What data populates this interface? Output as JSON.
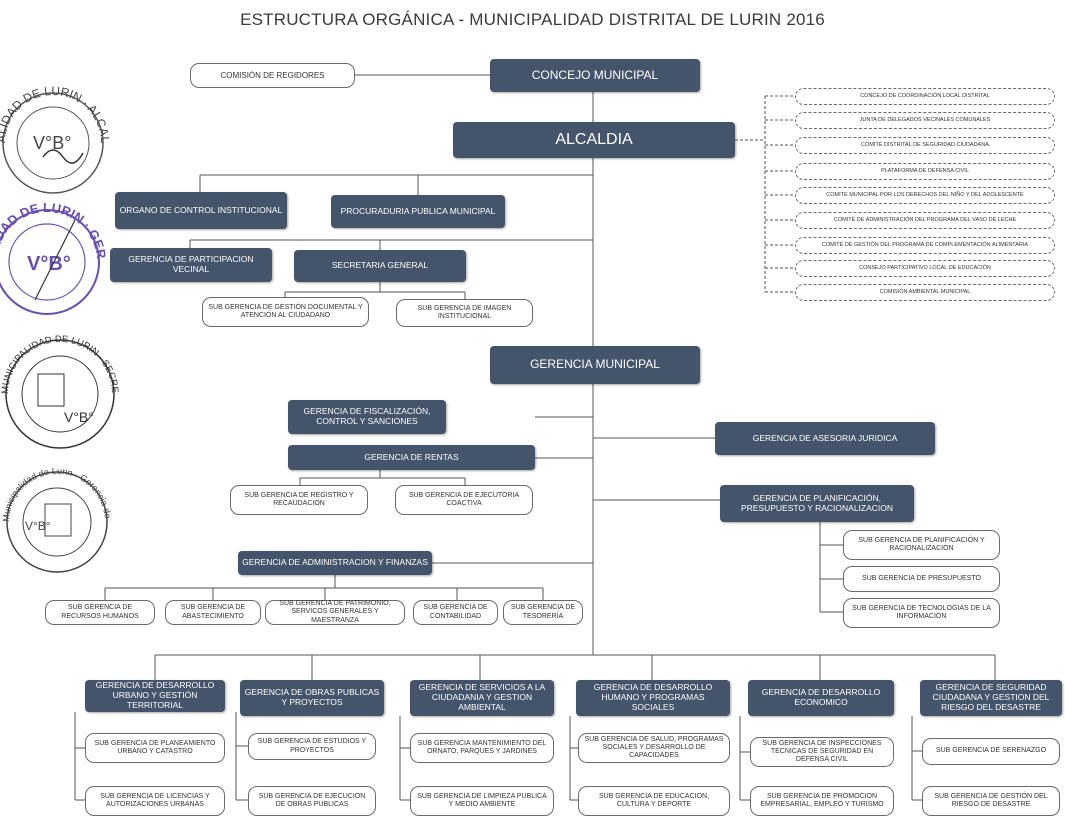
{
  "title": "ESTRUCTURA ORGÁNICA - MUNICIPALIDAD DISTRITAL DE LURIN 2016",
  "top": {
    "comision_regidores": "COMISIÓN DE REGIDORES",
    "concejo": "CONCEJO MUNICIPAL",
    "alcaldia": "ALCALDIA"
  },
  "consultivos": [
    "CONCEJO DE COORDINACIÓN LOCAL DISTRITAL",
    "JUNTA DE DELEGADOS VECINALES COMUNALES",
    "COMITÉ DISTRITAL DE SEGURIDAD CIUDADANA",
    "PLATAFORMA DE DEFENSA CIVIL",
    "COMITÉ MUNICIPAL POR LOS DERECHOS DEL NIÑO Y DEL ADOLESCENTE",
    "COMITÉ DE ADMINISTRACIÓN DEL PROGRAMA DEL VASO DE LECHE",
    "COMITÉ DE GESTIÓN DEL PROGRAMA DE COMPLEMENTACIÓN ALIMENTARIA",
    "CONSEJO PARTICIPATIVO LOCAL DE EDUCACIÓN",
    "COMISIÓN AMBIENTAL MUNICIPAL"
  ],
  "alta_direccion": {
    "oci": "ORGANO DE CONTROL INSTITUCIONAL",
    "procuraduria": "PROCURADURIA PUBLICA MUNICIPAL",
    "participacion": "GERENCIA DE PARTICIPACION VECINAL",
    "secretaria": "SECRETARIA GENERAL",
    "sub_gestion_documental": "SUB GERENCIA DE GESTIÓN DOCUMENTAL Y ATENCIÓN AL CIUDADANO",
    "sub_imagen": "SUB GERENCIA DE IMAGEN INSTITUCIONAL"
  },
  "gerencia_municipal": "GERENCIA MUNICIPAL",
  "apoyo": {
    "fiscalizacion": "GERENCIA DE FISCALIZACIÓN, CONTROL Y SANCIONES",
    "rentas": "GERENCIA DE RENTAS",
    "sub_registro": "SUB GERENCIA DE REGISTRO Y RECAUDACION",
    "sub_ejecutoria": "SUB GERENCIA DE EJECUTORIA COACTIVA",
    "asesoria": "GERENCIA DE ASESORIA JURIDICA",
    "planificacion": "GERENCIA DE PLANIFICACIÓN, PRESUPUESTO Y RACIONALIZACION",
    "sub_planificacion": "SUB GERENCIA DE PLANIFICACIÓN Y RACIONALIZACION",
    "sub_presupuesto": "SUB GERENCIA DE PRESUPUESTO",
    "sub_tecnologias": "SUB GERENCIA DE TECNOLOGIAS DE LA INFORMACION",
    "administracion": "GERENCIA DE ADMINISTRACION Y FINANZAS",
    "sub_rrhh": "SUB GERENCIA DE RECURSOS HUMANOS",
    "sub_abastecimiento": "SUB GERENCIA DE ABASTECIMIENTO",
    "sub_patrimonio": "SUB GERENCIA DE PATRIMONIO, SERVICOS GENERALES Y MAESTRANZA",
    "sub_contabilidad": "SUB GERENCIA DE CONTABILIDAD",
    "sub_tesoreria": "SUB GERENCIA DE TESORERÍA"
  },
  "linea": [
    {
      "name": "GERENCIA DE DESARROLLO URBANO Y GESTIÓN TERRITORIAL",
      "subs": [
        "SUB GERENCIA DE PLANEAMIENTO URBANO Y CATASTRO",
        "SUB GERENCIA DE LICENCIAS Y AUTORIZACIONES URBANAS"
      ]
    },
    {
      "name": "GERENCIA DE OBRAS PUBLICAS Y PROYECTOS",
      "subs": [
        "SUB GERENCIA DE ESTUDIOS Y PROYECTOS",
        "SUB GERENCIA DE EJECUCION DE OBRAS PUBLICAS"
      ]
    },
    {
      "name": "GERENCIA DE SERVICIOS A LA CIUDADANIA Y GESTION AMBIENTAL",
      "subs": [
        "SUB GERENCIA MANTENIMIENTO DEL ORNATO, PARQUES Y JARDINES",
        "SUB GERENCIA DE LIMPIEZA PUBLICA Y MEDIO AMBIENTE"
      ]
    },
    {
      "name": "GERENCIA DE DESARROLLO HUMANO Y PROGRAMAS SOCIALES",
      "subs": [
        "SUB GERENCIA DE SALUD, PROGRAMAS SOCIALES Y DESARROLLO DE CAPACIDADES",
        "SUB GERENCIA DE EDUCACION, CULTURA Y DEPORTE"
      ]
    },
    {
      "name": "GERENCIA DE DESARROLLO ECONOMICO",
      "subs": [
        "SUB GERENCIA DE INSPECCIONES TECNICAS DE SEGURIDAD EN DEFENSA CIVIL",
        "SUB GERENCIA DE PROMOCION EMPRESARIAL, EMPLEO Y TURISMO"
      ]
    },
    {
      "name": "GERENCIA DE SEGURIDAD CIUDADANA Y GESTION DEL RIESGO DEL DESASTRE",
      "subs": [
        "SUB GERENCIA DE SERENAZGO",
        "SUB GERENCIA DE GESTIÓN DEL RIESGO DE DESASTRE"
      ]
    }
  ],
  "stamps": {
    "stamp1_ring": "ALIDAD DE LURIN · ALCALDIA",
    "stamp1_center": "V°B°",
    "stamp2_ring": "ALIDAD DE LURIN · GERENCIA MUNICIPAL",
    "stamp2_center": "V°B°",
    "stamp3_ring": "MUNICIPALIDAD DE LURIN · SECRETARIA GENERAL",
    "stamp3_center": "V°B°",
    "stamp4_ring": "Municipalidad de Lurin · Gerencia de Asesoria",
    "stamp4_center": "V°B°"
  }
}
